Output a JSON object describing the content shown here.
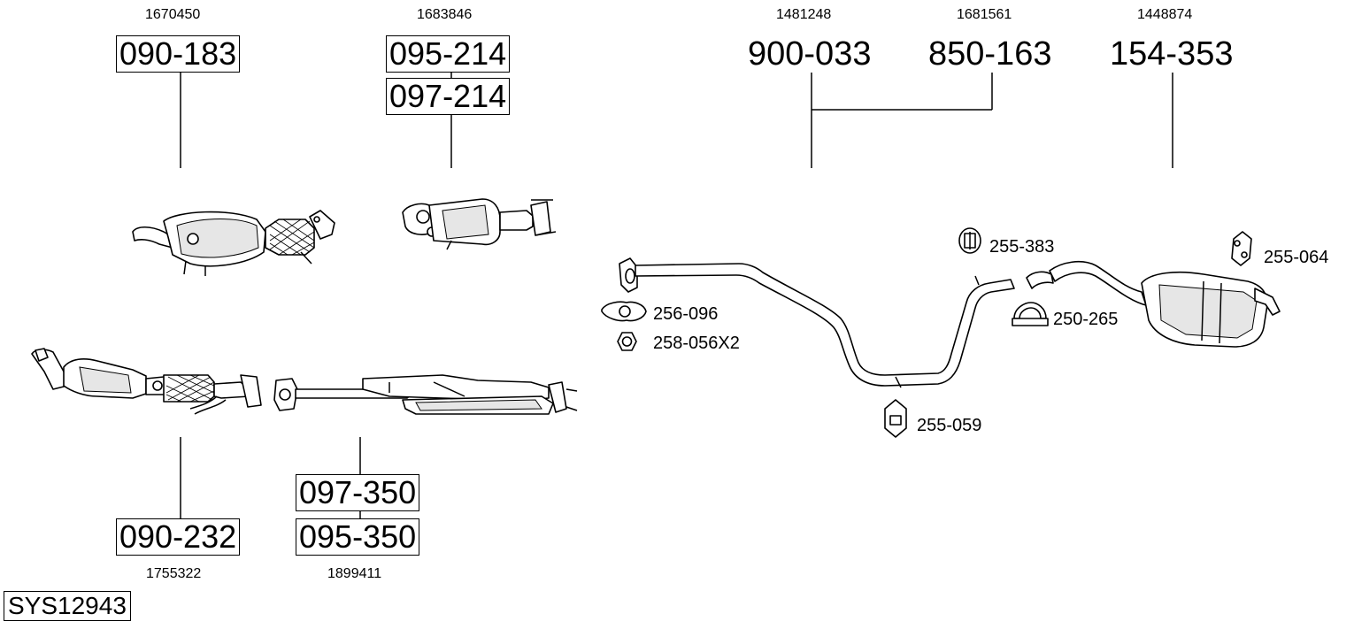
{
  "groups": [
    {
      "id": "g1",
      "oem": [
        "1670450"
      ],
      "codes": [
        "090-183"
      ]
    },
    {
      "id": "g2",
      "oem": [
        "1683846"
      ],
      "codes": [
        "095-214",
        "097-214"
      ]
    },
    {
      "id": "g3",
      "oem": [
        "1481248"
      ],
      "codes": [
        "900-033"
      ]
    },
    {
      "id": "g4",
      "oem": [
        "1681561"
      ],
      "codes": [
        "850-163"
      ]
    },
    {
      "id": "g5",
      "oem": [
        "1448874"
      ],
      "codes": [
        "154-353"
      ]
    },
    {
      "id": "g6",
      "oem": [
        "1755322"
      ],
      "codes": [
        "090-232"
      ]
    },
    {
      "id": "g7",
      "oem": [
        "1899411"
      ],
      "codes": [
        "097-350",
        "095-350"
      ]
    }
  ],
  "accessories": [
    {
      "code": "255-383"
    },
    {
      "code": "255-064"
    },
    {
      "code": "256-096"
    },
    {
      "code": "258-056X2"
    },
    {
      "code": "250-265"
    },
    {
      "code": "255-059"
    }
  ],
  "system_id": "SYS12943"
}
